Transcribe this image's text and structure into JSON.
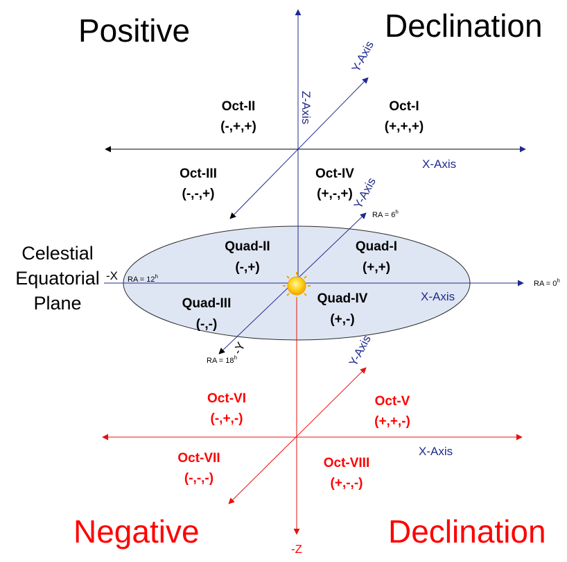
{
  "colors": {
    "positive_axes": "#1f2a8c",
    "equatorial_axes": "#1f2a8c",
    "negative_axes": "#e81010",
    "plane_fill": "#dfe6f3",
    "plane_stroke": "#2a2a2a",
    "sun": "#f5b800",
    "black_text": "#000000",
    "red_text": "#ff0000"
  },
  "headings": {
    "positive": "Positive",
    "declination_top": "Declination",
    "negative": "Negative",
    "declination_bottom": "Declination"
  },
  "plane_label": [
    "Celestial",
    "Equatorial",
    "Plane"
  ],
  "axes": {
    "z_axis": "Z-Axis",
    "y_axis_top": "Y-Axis",
    "x_axis_top": "X-Axis",
    "y_axis_mid": "Y-Axis",
    "x_axis_mid": "X-Axis",
    "neg_x": "-X",
    "neg_y": "-Y",
    "y_axis_bottom": "Y-Axis",
    "x_axis_bottom": "X-Axis",
    "neg_z": "-Z"
  },
  "ra_labels": {
    "ra0": {
      "base": "RA = 0",
      "sup": "h"
    },
    "ra6": {
      "base": "RA = 6",
      "sup": "h"
    },
    "ra12": {
      "base": "RA = 12",
      "sup": "h"
    },
    "ra18": {
      "base": "RA = 18",
      "sup": "h"
    }
  },
  "octants": [
    {
      "name": "Oct-II",
      "signs": "(-,+,+)"
    },
    {
      "name": "Oct-I",
      "signs": "(+,+,+)"
    },
    {
      "name": "Oct-III",
      "signs": "(-,-,+)"
    },
    {
      "name": "Oct-IV",
      "signs": "(+,-,+)"
    },
    {
      "name": "Oct-VI",
      "signs": "(-,+,-)"
    },
    {
      "name": "Oct-V",
      "signs": "(+,+,-)"
    },
    {
      "name": "Oct-VII",
      "signs": "(-,-,-)"
    },
    {
      "name": "Oct-VIII",
      "signs": "(+,-,-)"
    }
  ],
  "quadrants": [
    {
      "name": "Quad-II",
      "signs": "(-,+)"
    },
    {
      "name": "Quad-I",
      "signs": "(+,+)"
    },
    {
      "name": "Quad-III",
      "signs": "(-,-)"
    },
    {
      "name": "Quad-IV",
      "signs": "(+,-)"
    }
  ]
}
